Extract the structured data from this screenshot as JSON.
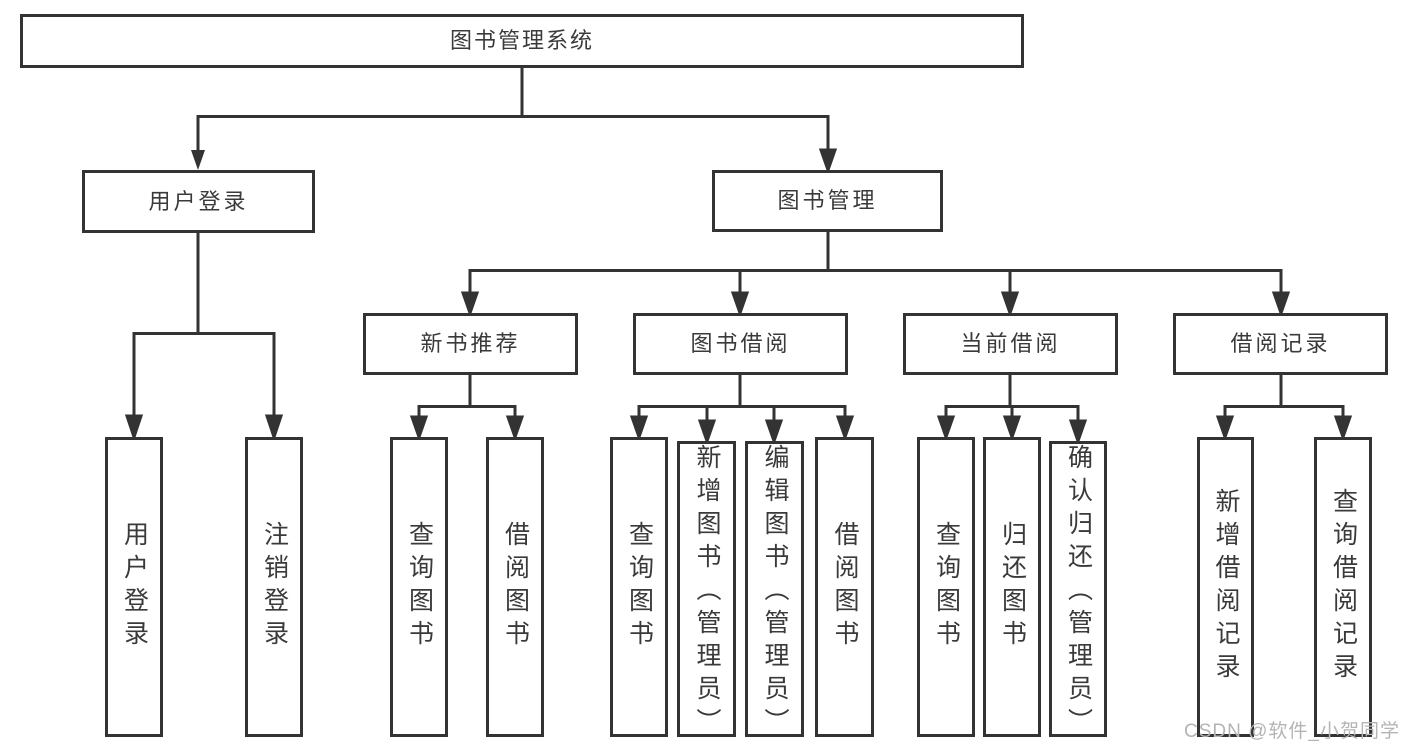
{
  "diagram_title": "图书管理系统",
  "tree": {
    "label": "图书管理系统",
    "children": [
      {
        "label": "用户登录",
        "children": [
          {
            "label": "用户登录"
          },
          {
            "label": "注销登录"
          }
        ]
      },
      {
        "label": "图书管理",
        "children": [
          {
            "label": "新书推荐",
            "children": [
              {
                "label": "查询图书"
              },
              {
                "label": "借阅图书"
              }
            ]
          },
          {
            "label": "图书借阅",
            "children": [
              {
                "label": "查询图书"
              },
              {
                "label": "新增图书（管理员）"
              },
              {
                "label": "编辑图书（管理员）"
              },
              {
                "label": "借阅图书"
              }
            ]
          },
          {
            "label": "当前借阅",
            "children": [
              {
                "label": "查询图书"
              },
              {
                "label": "归还图书"
              },
              {
                "label": "确认归还（管理员）"
              }
            ]
          },
          {
            "label": "借阅记录",
            "children": [
              {
                "label": "新增借阅记录"
              },
              {
                "label": "查询借阅记录"
              }
            ]
          }
        ]
      }
    ]
  },
  "watermark": {
    "text": "CSDN @软件_小贺同学"
  },
  "colors": {
    "line": "#333333",
    "box_border": "#333333",
    "text": "#3a3a3a",
    "watermark": "#b4b4b4",
    "background": "#ffffff"
  }
}
